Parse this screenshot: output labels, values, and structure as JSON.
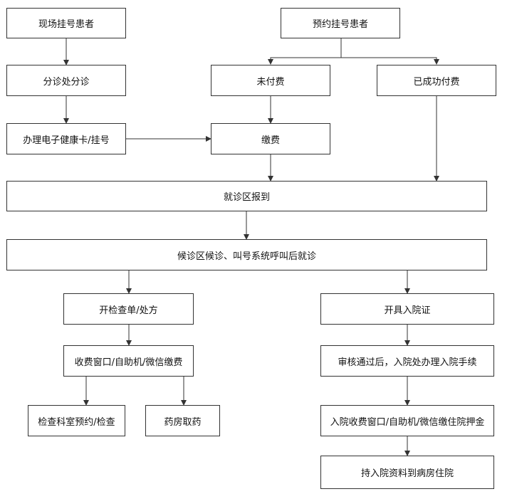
{
  "nodes": {
    "walkin": "现场挂号患者",
    "appointment": "预约挂号患者",
    "triage": "分诊处分诊",
    "unpaid": "未付费",
    "paid": "已成功付费",
    "card": "办理电子健康卡/挂号",
    "pay": "缴费",
    "checkin": "就诊区报到",
    "waiting": "候诊区候诊、叫号系统呼叫后就诊",
    "prescribe": "开检查单/处方",
    "admit": "开具入院证",
    "payment_window": "收费窗口/自助机/微信缴费",
    "admission_process": "审核通过后，入院处办理入院手续",
    "exam": "检查科室预约/检查",
    "pharmacy": "药房取药",
    "deposit": "入院收费窗口/自助机/微信缴住院押金",
    "ward": "持入院资料到病房住院"
  },
  "colors": {
    "line": "#333333",
    "box_border": "#333333"
  }
}
